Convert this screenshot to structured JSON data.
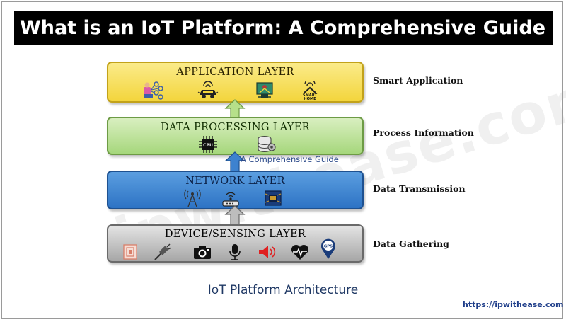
{
  "title": "What is an IoT Platform: A Comprehensive Guide",
  "watermark": "ipwithease.com",
  "overlay_text": "A Comprehensive Guide",
  "caption": "IoT Platform Architecture",
  "url": "https://ipwithease.com",
  "colors": {
    "application": "#f6d848",
    "processing": "#b9e08f",
    "network": "#3d82cf",
    "device": "#bfbfbf",
    "arrow_green": "#b6e08a",
    "arrow_blue": "#3d82cf",
    "arrow_gray": "#bdbdbd"
  },
  "layers": {
    "application": {
      "title": "APPLICATION LAYER",
      "label": "Smart Application",
      "icons": [
        "person-network-icon",
        "connected-car-icon",
        "smart-agriculture-icon",
        "smart-home-icon"
      ],
      "smart_home_text": "SMART HOME"
    },
    "processing": {
      "title": "DATA PROCESSING LAYER",
      "label": "Process Information",
      "icons": [
        "cpu-chip-icon",
        "database-gear-icon"
      ],
      "cpu_text": "CPU"
    },
    "network": {
      "title": "NETWORK LAYER",
      "label": "Data Transmission",
      "icons": [
        "antenna-tower-icon",
        "router-icon",
        "chip-board-icon"
      ]
    },
    "device": {
      "title": "DEVICE/SENSING LAYER",
      "label": "Data Gathering",
      "icons": [
        "rfid-tag-icon",
        "probe-sensor-icon",
        "camera-icon",
        "microphone-icon",
        "speaker-icon",
        "heartbeat-icon",
        "gps-pin-icon"
      ],
      "gps_text": "GPS"
    }
  }
}
